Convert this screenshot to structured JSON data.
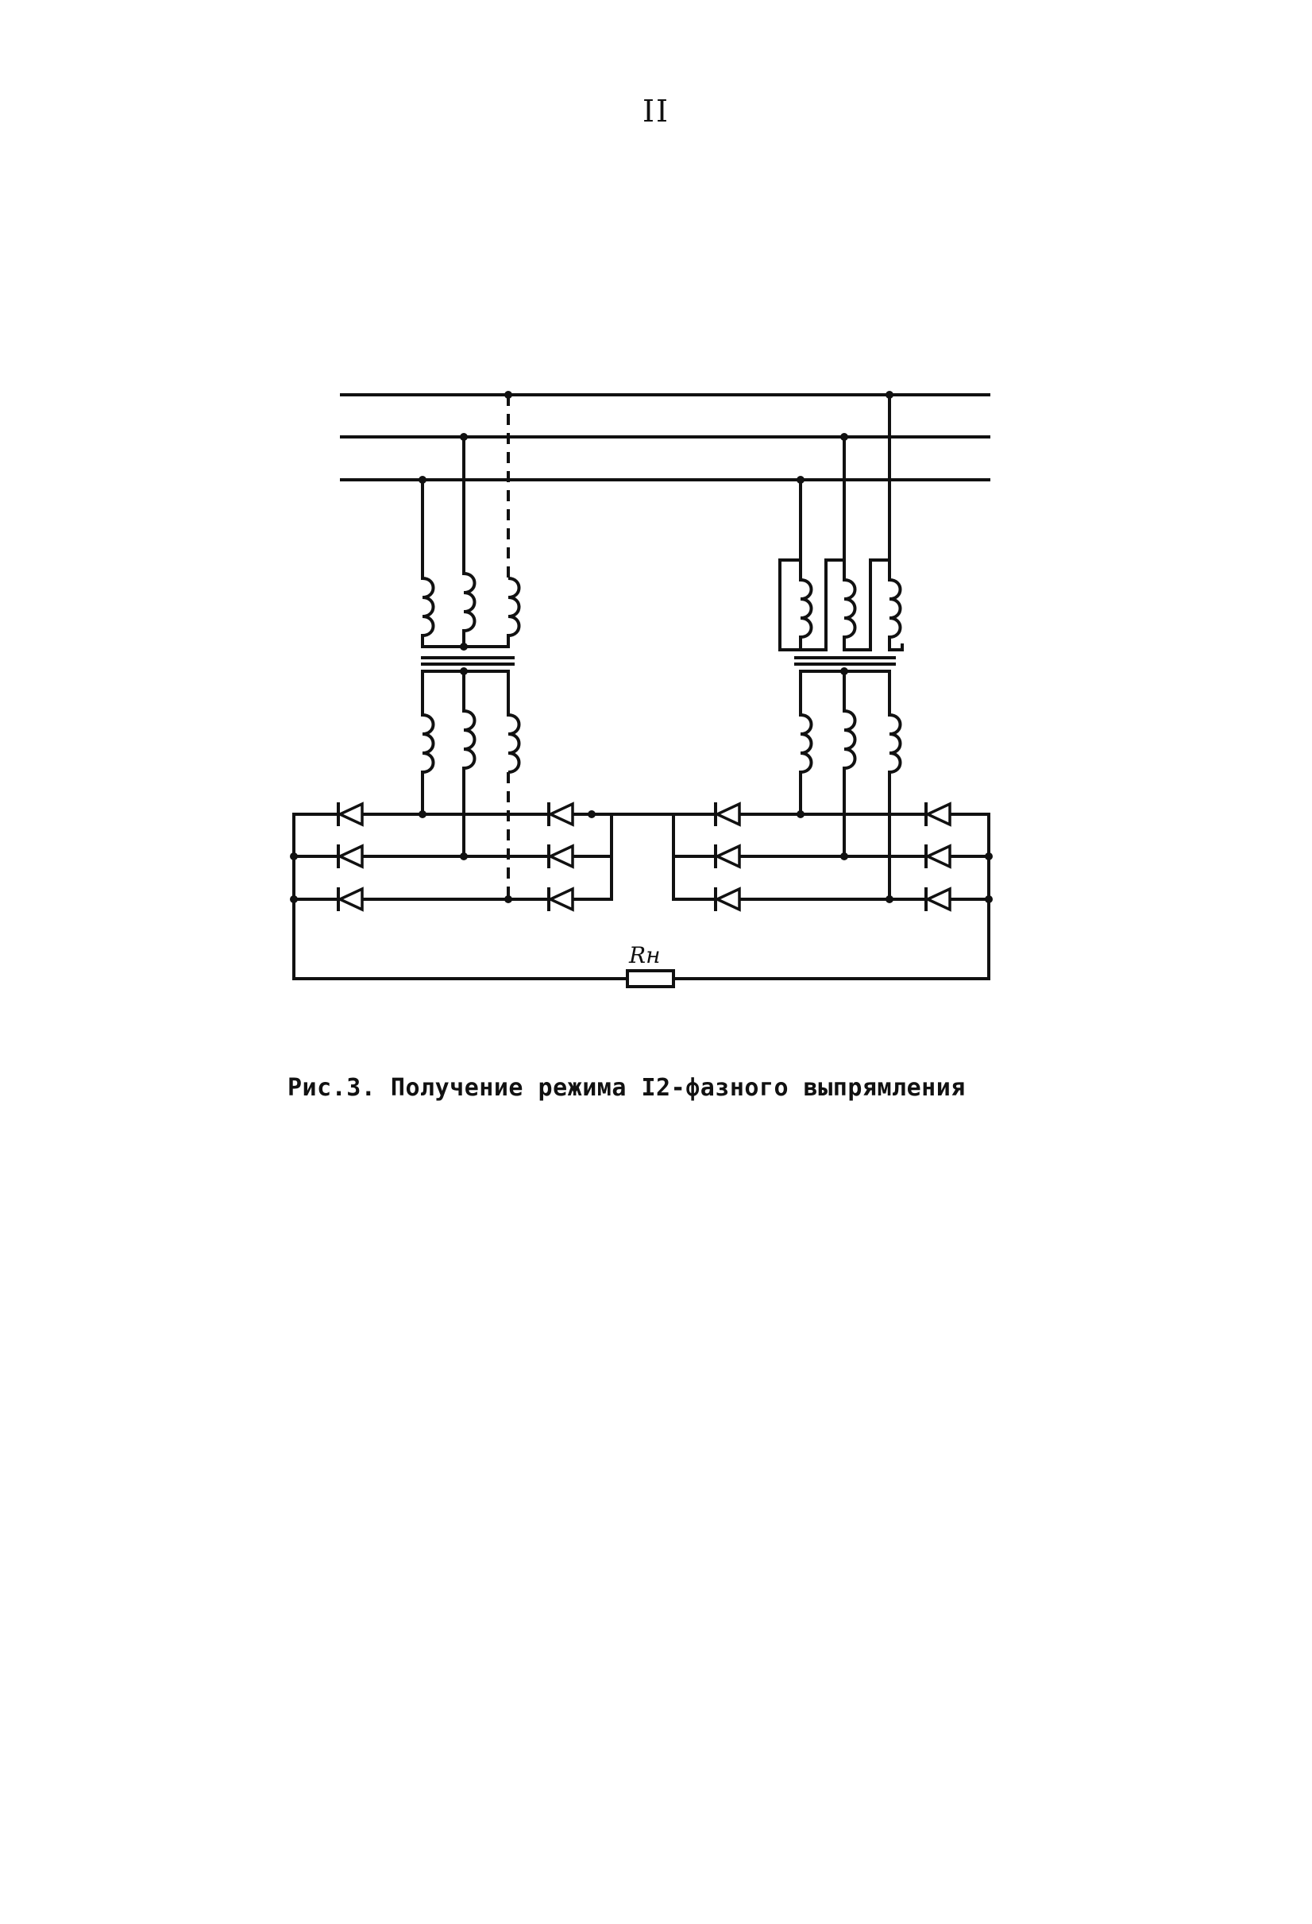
{
  "page_number": "II",
  "caption": "Рис.3. Получение режима I2-фазного выпрямления",
  "resistor_label": "Rн",
  "colors": {
    "ink": "#111111",
    "paper": "#ffffff"
  }
}
